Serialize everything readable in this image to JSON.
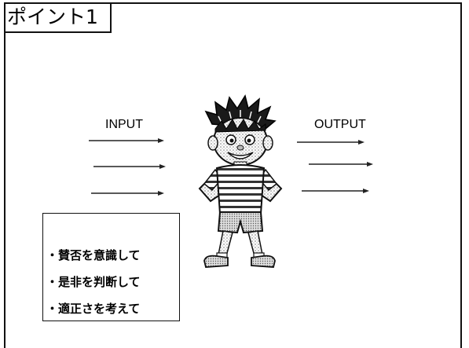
{
  "title": "ポイント1",
  "labels": {
    "input": "INPUT",
    "output": "OUTPUT"
  },
  "notes": [
    "・賛否を意識して",
    "・是非を判断して",
    "・適正さを考えて"
  ],
  "illustration": {
    "subject": "cartoon boy standing with hands on hips",
    "icon": "boy-illustration"
  }
}
